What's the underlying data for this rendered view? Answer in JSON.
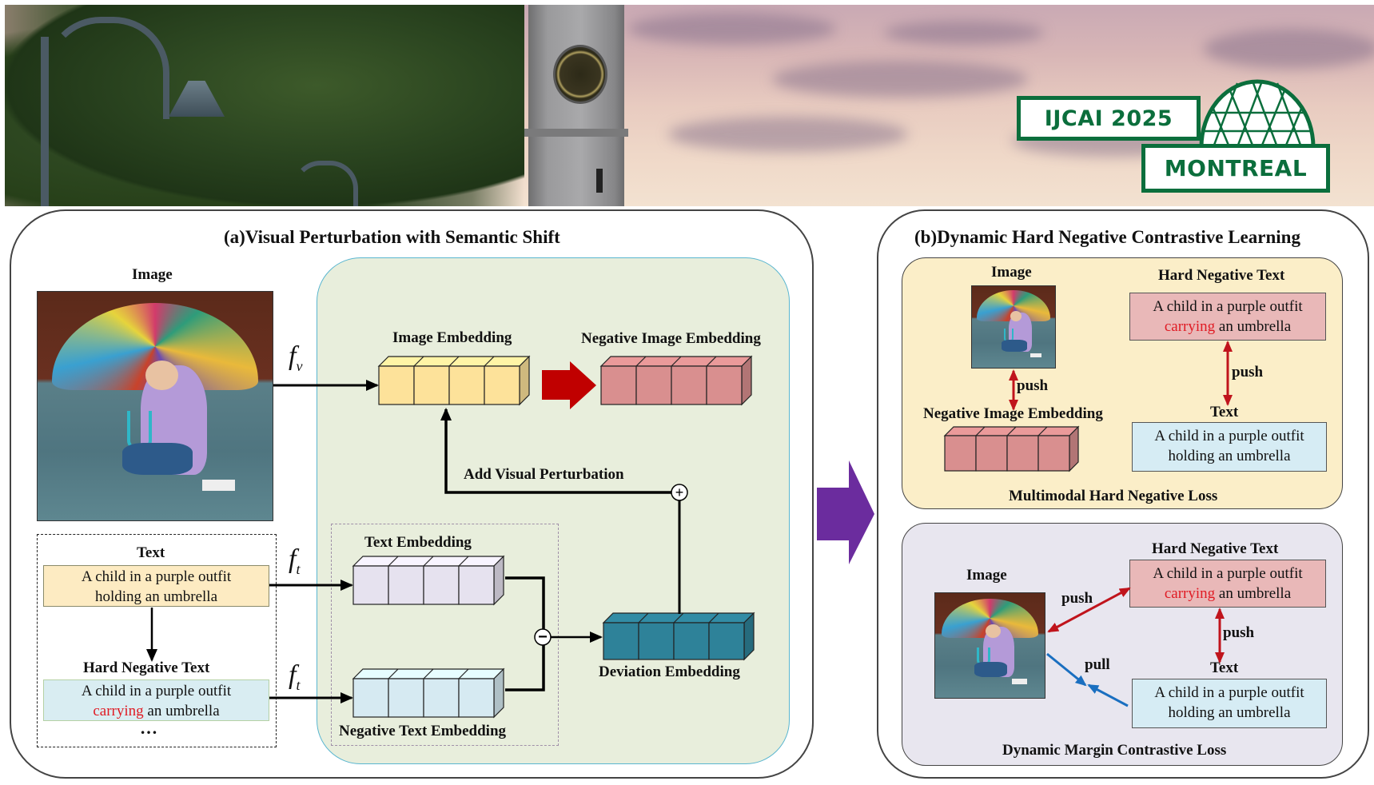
{
  "banner": {
    "logo_line1": "IJCAI 2025",
    "logo_line2": "MONTREAL",
    "logo_color": "#0b6e3c"
  },
  "panel_a": {
    "title": "(a)Visual Perturbation with Semantic Shift",
    "image_label": "Image",
    "encoder_visual": {
      "base": "f",
      "sub": "v"
    },
    "encoder_text": {
      "base": "f",
      "sub": "t"
    },
    "image_embedding_label": "Image Embedding",
    "negative_image_embedding_label": "Negative Image Embedding",
    "add_visual_perturbation_label": "Add Visual Perturbation",
    "text_embedding_label": "Text Embedding",
    "negative_text_embedding_label": "Negative Text Embedding",
    "deviation_embedding_label": "Deviation Embedding",
    "text_label": "Text",
    "text_caption_line1": "A child in a purple outfit",
    "text_caption_line2": "holding an umbrella",
    "hard_negative_label": "Hard Negative Text",
    "hard_negative_line1": "A child in a purple outfit",
    "hard_negative_word": "carrying",
    "hard_negative_rest": " an umbrella",
    "ellipsis": "…",
    "plus_symbol": "+",
    "minus_symbol": "−"
  },
  "panel_b": {
    "title": "(b)Dynamic Hard Negative Contrastive Learning",
    "loss1": {
      "title": "Multimodal Hard Negative Loss",
      "image_label": "Image",
      "hard_negative_label": "Hard Negative Text",
      "hard_negative_line1": "A child in a purple outfit",
      "hard_negative_word": "carrying",
      "hard_negative_rest": " an umbrella",
      "push_label_1": "push",
      "push_label_2": "push",
      "negative_image_embedding_label": "Negative Image Embedding",
      "text_label": "Text",
      "text_line1": "A child in a purple outfit",
      "text_line2": "holding an umbrella"
    },
    "loss2": {
      "title": "Dynamic Margin Contrastive Loss",
      "image_label": "Image",
      "hard_negative_label": "Hard Negative Text",
      "hard_negative_line1": "A child in a purple outfit",
      "hard_negative_word": "carrying",
      "hard_negative_rest": " an umbrella",
      "push_label_1": "push",
      "push_label_2": "push",
      "pull_label": "pull",
      "text_label": "Text",
      "text_line1": "A child in a purple outfit",
      "text_line2": "holding an umbrella"
    }
  },
  "colors": {
    "image_embedding": "#fde29a",
    "negative_image_embedding": "#d98f8f",
    "text_embedding": "#e6e2ef",
    "negative_text_embedding": "#d6eaf2",
    "deviation_embedding": "#2e8299",
    "push_arrow": "#c0141c",
    "pull_arrow": "#1a6fc0",
    "flow_arrow": "#c00000",
    "transition_arrow": "#6b2c9e",
    "text_caption_bg": "#fdebc2",
    "hard_negative_bg_a": "#d9edf2",
    "hard_negative_bg_b": "#e9b8b8",
    "text_box_bg_b": "#d6ecf4",
    "highlight_word": "#e01b24"
  }
}
